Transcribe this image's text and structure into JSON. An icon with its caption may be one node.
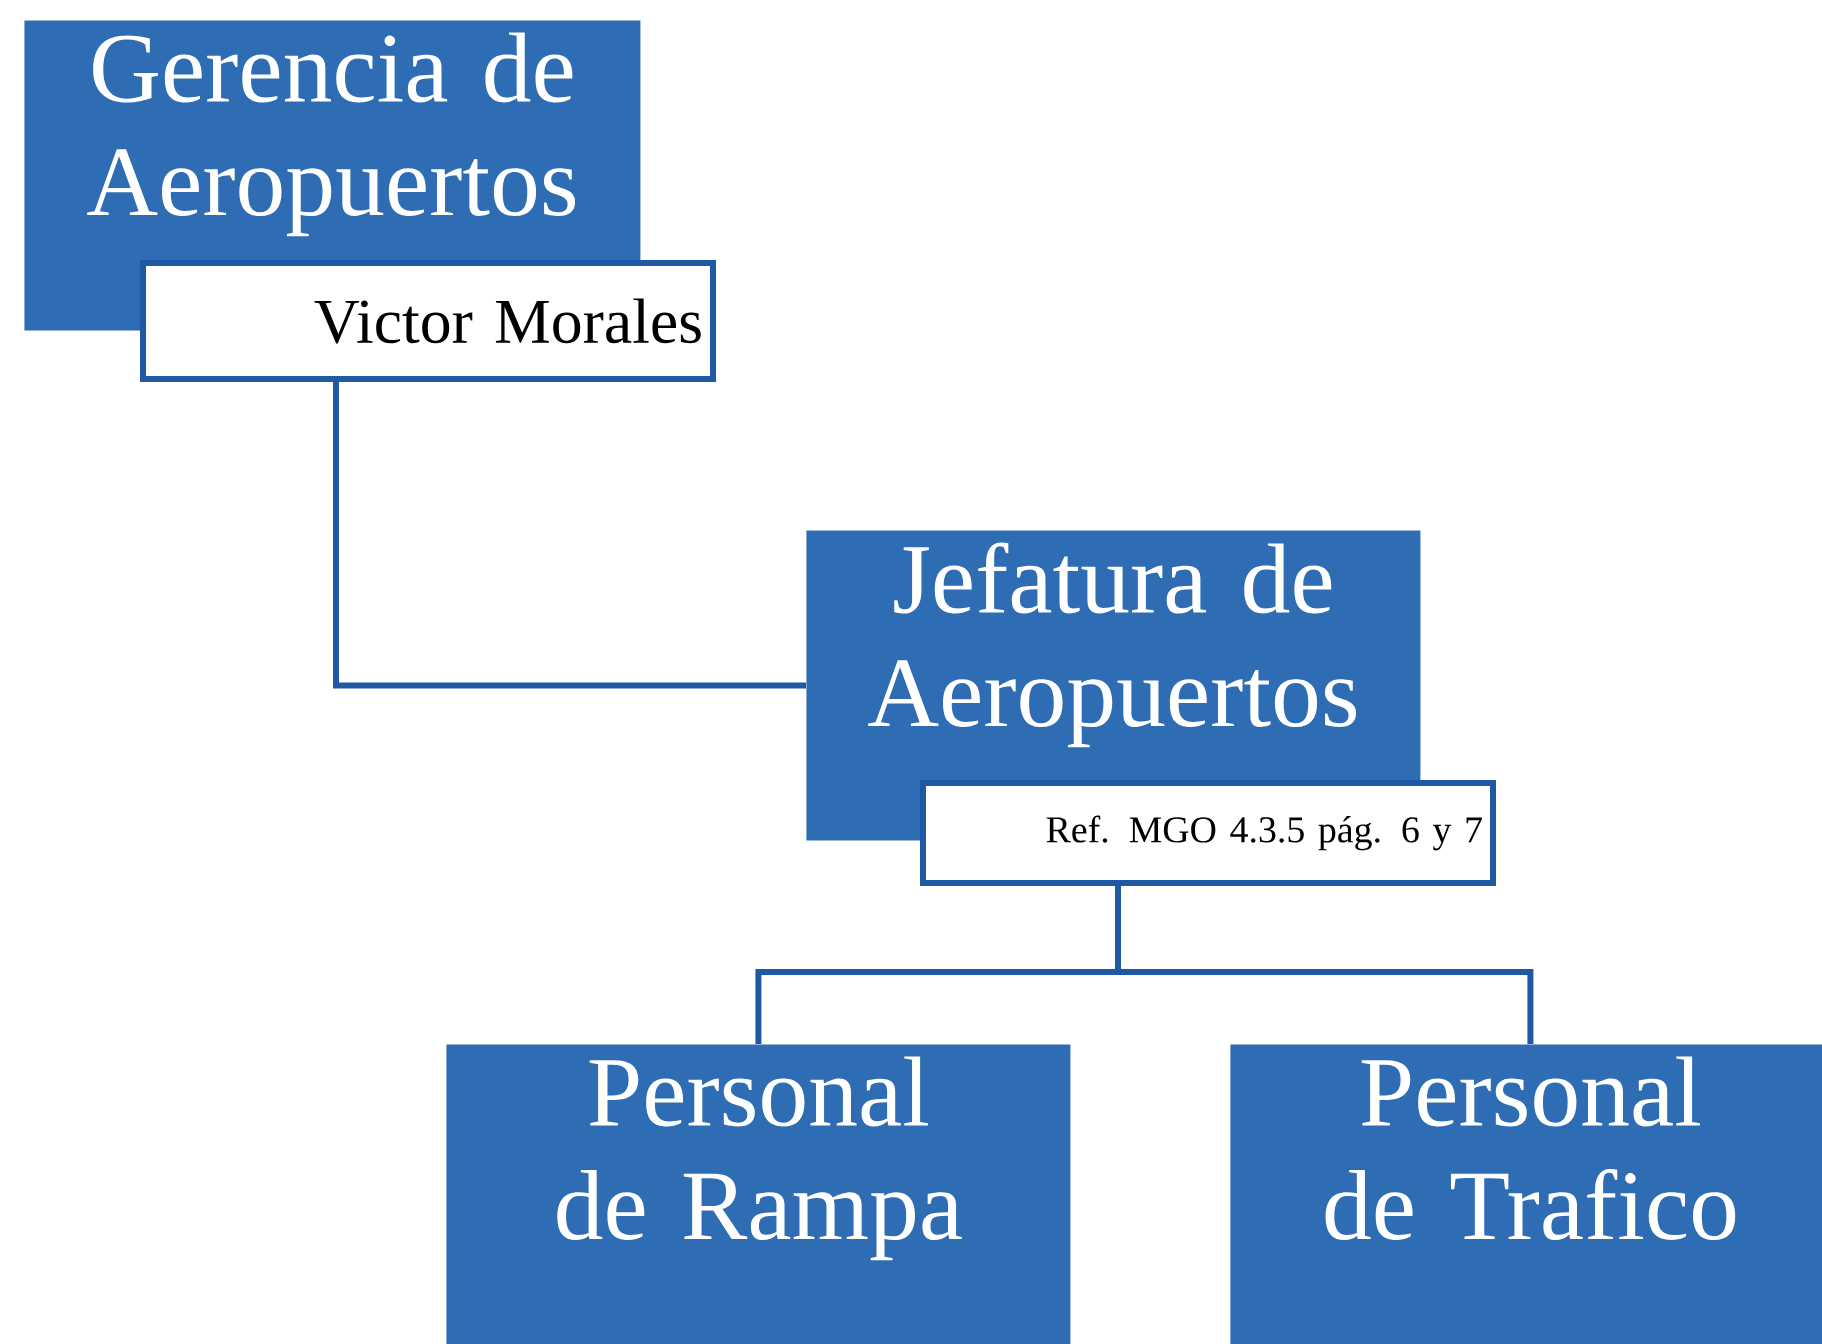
{
  "diagram": {
    "nodes": [
      {
        "text": [
          "Gerencia de Aeropuertos"
        ]
      },
      {
        "text": [
          "Victor Morales"
        ]
      },
      {
        "text": [
          "Jefatura de Aeropuertos"
        ]
      },
      {
        "text": [
          "Ref. MGO 4.3.5 pág. 6 y 7"
        ]
      },
      {
        "text": [
          "Personal de Rampa"
        ]
      },
      {
        "text": [
          "Personal de Trafico"
        ]
      }
    ],
    "edges": [
      {
        "from": 1,
        "to": 2,
        "arrow": "none"
      },
      {
        "from": 3,
        "to": 4,
        "arrow": "none"
      },
      {
        "from": 3,
        "to": 5,
        "arrow": "none"
      }
    ]
  }
}
